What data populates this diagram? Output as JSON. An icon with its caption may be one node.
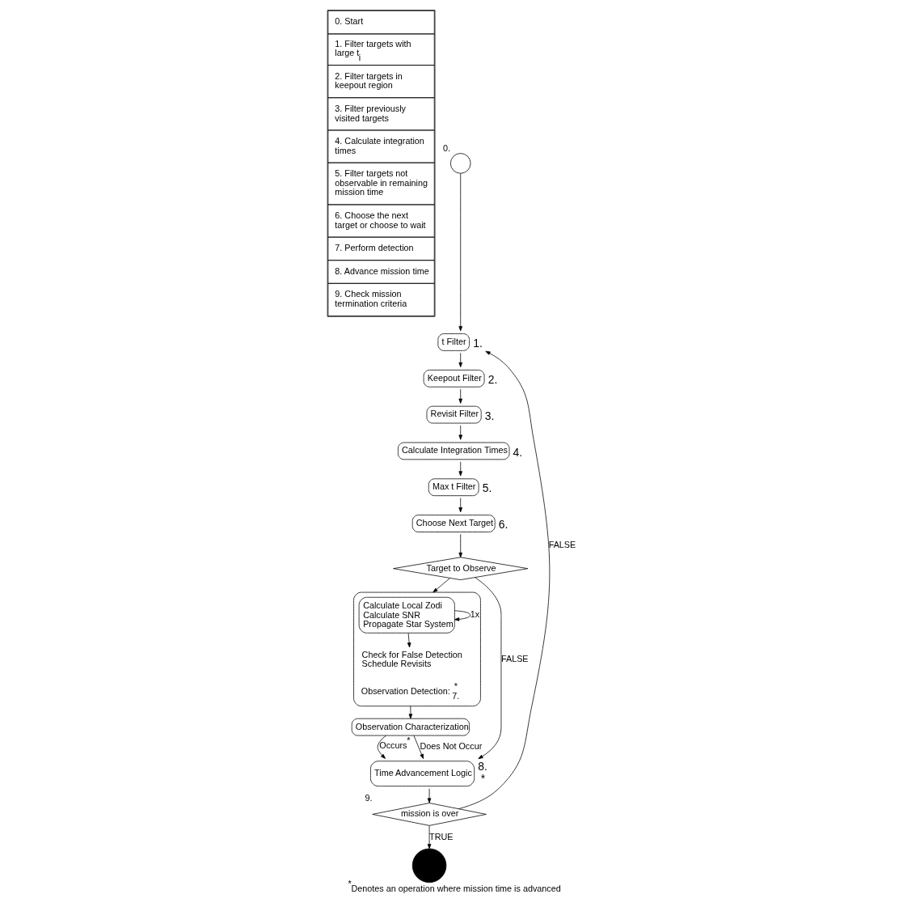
{
  "diagram": {
    "caption": "$^{*}$Denotes an operation where mission time is advanced",
    "nodes": [
      {
        "text": [],
        "shape": "circle",
        "beside": [
          "0."
        ]
      },
      {
        "text": [
          "t Filter"
        ],
        "beside": [
          "1."
        ]
      },
      {
        "text": [
          "Keepout Filter"
        ],
        "beside": [
          "2."
        ]
      },
      {
        "text": [
          "Revisit Filter"
        ],
        "beside": [
          "3."
        ]
      },
      {
        "text": [
          "Calculate Integration Times"
        ],
        "beside": [
          "4."
        ]
      },
      {
        "text": [
          "Max t Filter"
        ],
        "beside": [
          "5."
        ]
      },
      {
        "text": [
          "Choose Next Target"
        ],
        "beside": [
          "6."
        ]
      },
      {
        "text": [
          "Target to Observe"
        ]
      },
      {
        "text": [
          "Observation Detection:"
        ],
        "beside": [
          "*",
          "7."
        ]
      },
      {
        "text": [
          "Calculate Local Zodi",
          "Calculate SNR",
          "Propagate Star System"
        ],
        "in": 8
      },
      {
        "text": [
          "Check for False Detection",
          "Schedule Revisits"
        ],
        "in": 8
      },
      {
        "text": [
          "Observation Characterization"
        ]
      },
      {
        "text": [
          "Time Advancement Logic"
        ],
        "beside": [
          "8.",
          "*"
        ]
      },
      {
        "text": [
          "mission is over"
        ],
        "beside": [
          "9."
        ]
      },
      {
        "text": [],
        "shape": "circle"
      }
    ],
    "edges": [
      {
        "from": 0,
        "to": 1,
        "arrow": "to"
      },
      {
        "from": 1,
        "to": 2,
        "arrow": "to"
      },
      {
        "from": 2,
        "to": 3,
        "arrow": "to"
      },
      {
        "from": 3,
        "to": 4,
        "arrow": "to"
      },
      {
        "from": 4,
        "to": 5,
        "arrow": "to"
      },
      {
        "from": 5,
        "to": 6,
        "arrow": "to"
      },
      {
        "from": 6,
        "to": 7,
        "arrow": "to"
      },
      {
        "from": 7,
        "to": 8,
        "arrow": "to"
      },
      {
        "from": 7,
        "to": 12,
        "arrow": "to",
        "label": "FALSE"
      },
      {
        "from": 9,
        "to": 9,
        "arrow": "to",
        "label": "1x"
      },
      {
        "from": 9,
        "to": 10,
        "arrow": "to"
      },
      {
        "from": 8,
        "to": 11,
        "arrow": "to"
      },
      {
        "from": 11,
        "to": 12,
        "arrow": "to",
        "label": "Occurs$^{*}$"
      },
      {
        "from": 11,
        "to": 12,
        "arrow": "to",
        "label": "Does Not Occur"
      },
      {
        "from": 12,
        "to": 13,
        "arrow": "to"
      },
      {
        "from": 13,
        "to": 1,
        "arrow": "to",
        "label": "FALSE"
      },
      {
        "from": 13,
        "to": 14,
        "arrow": "to",
        "label": "TRUE"
      }
    ],
    "labels": [
      "0. Start",
      "1. Filter targets with large t$_{i}$",
      "2. Filter targets in keepout region",
      "3. Filter previously visited targets",
      "4. Calculate integration times",
      "5. Filter targets not observable in remaining mission time",
      "6. Choose the next target or choose to wait",
      "7. Perform detection",
      "8. Advance mission time",
      "9. Check mission termination criteria"
    ]
  }
}
